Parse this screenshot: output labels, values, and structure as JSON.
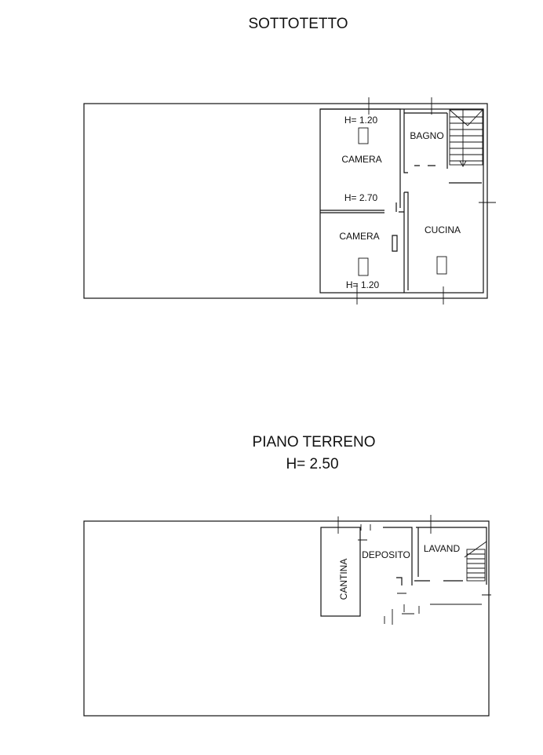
{
  "upper_floor": {
    "title": "SOTTOTETTO",
    "labels": {
      "h_top": "H= 1.20",
      "bagno": "BAGNO",
      "camera_top": "CAMERA",
      "h_mid": "H= 2.70",
      "camera_bottom": "CAMERA",
      "cucina": "CUCINA",
      "h_bottom": "H= 1.20"
    }
  },
  "ground_floor": {
    "title": "PIANO TERRENO",
    "height": "H= 2.50",
    "labels": {
      "deposito": "DEPOSITO",
      "lavand": "LAVAND",
      "cantina": "CANTINA"
    }
  }
}
